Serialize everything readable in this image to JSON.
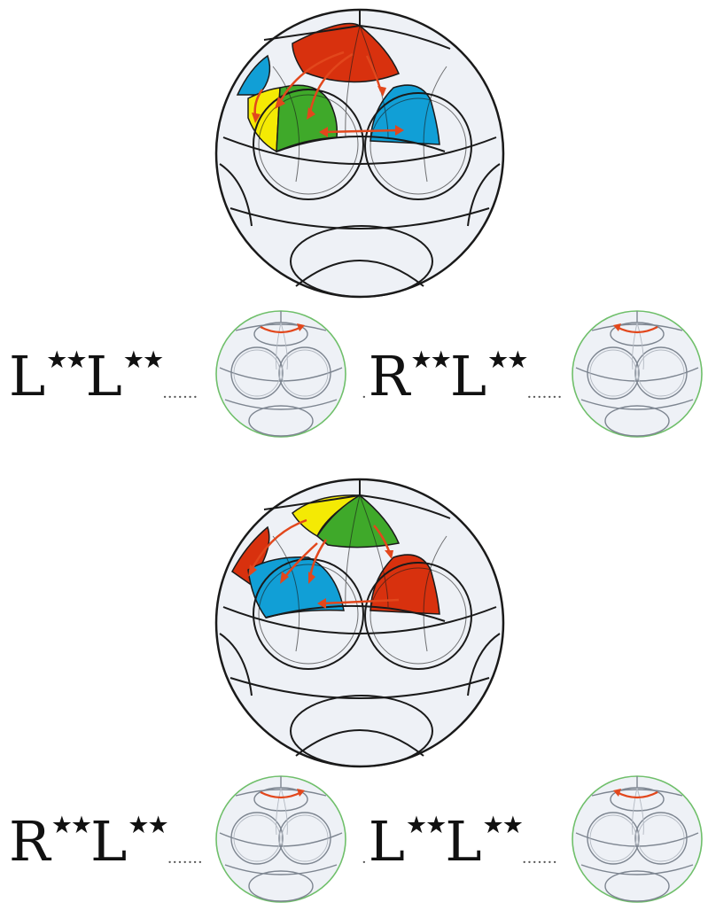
{
  "colors": {
    "red": "#d8310e",
    "green": "#3fa92a",
    "blue": "#119fd6",
    "yellow": "#f4ea04",
    "arrow": "#e2471c",
    "outline": "#1a1a1a",
    "shell": "#eef1f6",
    "rim": "#6fbf6a"
  },
  "icons": {
    "star": "★"
  },
  "panels": [
    {
      "name": "panel-1",
      "stickers": {
        "top": "red",
        "left_edge": "blue",
        "left": "yellow",
        "center": "green",
        "right": "blue"
      },
      "sequences": [
        {
          "moves": [
            {
              "letter": "L",
              "mark": "★★"
            },
            {
              "letter": "L",
              "mark": "★★"
            }
          ],
          "trail": "·······",
          "rotation": "clockwise"
        },
        {
          "moves": [
            {
              "letter": "R",
              "mark": "★★"
            },
            {
              "letter": "L",
              "mark": "★★"
            }
          ],
          "trail": "·······",
          "rotation": "counterclockwise"
        }
      ]
    },
    {
      "name": "panel-2",
      "stickers": {
        "top": "yellow",
        "left_edge": "red",
        "left": "blue",
        "center": "green",
        "right": "red"
      },
      "sequences": [
        {
          "moves": [
            {
              "letter": "R",
              "mark": "★★"
            },
            {
              "letter": "L",
              "mark": "★★"
            }
          ],
          "trail": "·······",
          "rotation": "clockwise"
        },
        {
          "moves": [
            {
              "letter": "L",
              "mark": "★★"
            },
            {
              "letter": "L",
              "mark": "★★"
            }
          ],
          "trail": "·······",
          "rotation": "counterclockwise"
        }
      ]
    }
  ]
}
